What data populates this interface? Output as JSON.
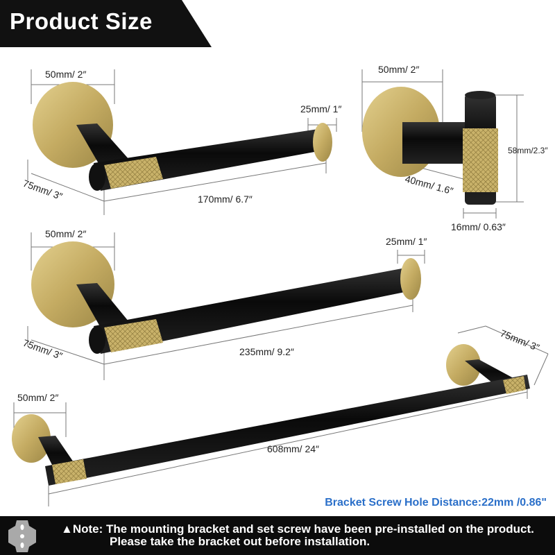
{
  "header": {
    "title": "Product Size"
  },
  "colors": {
    "gold": "#c9b26a",
    "black": "#111111",
    "accent": "#2a6fc9"
  },
  "items": {
    "paper_holder": {
      "base": "50mm/ 2″",
      "end": "25mm/ 1″",
      "depth": "75mm/ 3″",
      "length": "170mm/ 6.7″"
    },
    "hook": {
      "base": "50mm/ 2″",
      "height": "58mm/2.3″",
      "depth": "40mm/ 1.6″",
      "width": "16mm/ 0.63″"
    },
    "towel_ring_bar": {
      "base": "50mm/ 2″",
      "end": "25mm/ 1″",
      "depth": "75mm/ 3″",
      "length": "235mm/ 9.2″"
    },
    "towel_bar": {
      "base": "50mm/ 2″",
      "depth": "75mm/ 3″",
      "length": "608mm/ 24″"
    }
  },
  "screw_note": "Bracket Screw Hole Distance:22mm /0.86\"",
  "footer": {
    "line1": "▲Note: The mounting bracket and set screw have been pre-installed on the product.",
    "line2": "Please take the bracket out before installation."
  }
}
